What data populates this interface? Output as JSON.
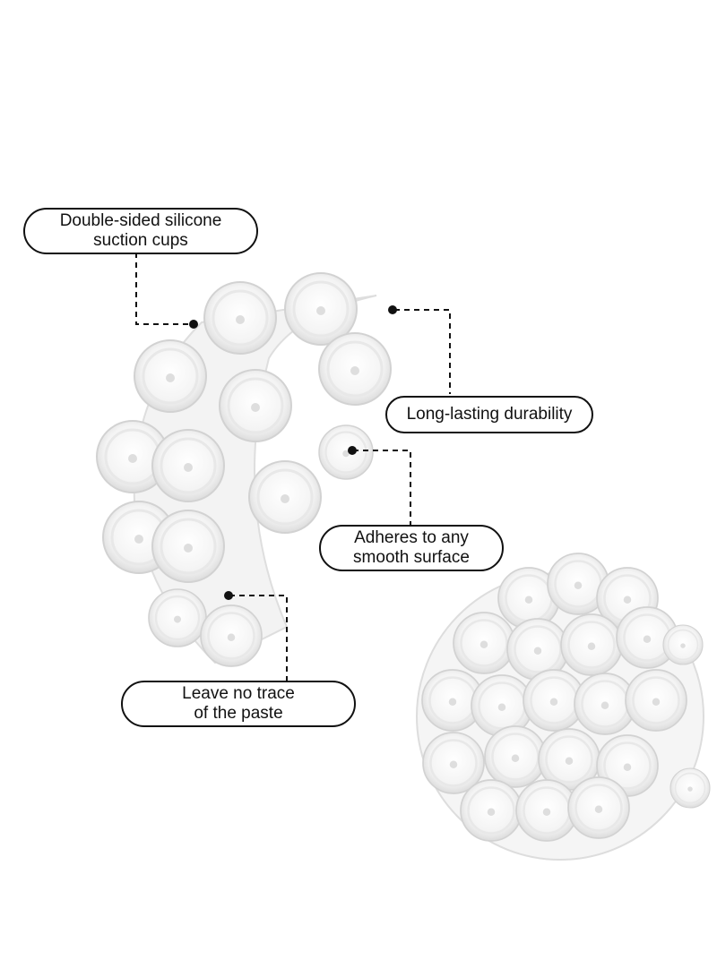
{
  "callouts": {
    "suction_cups": {
      "line1": "Double-sided silicone",
      "line2": "suction cups"
    },
    "durability": {
      "line1": "Long-lasting durability"
    },
    "adheres": {
      "line1": "Adheres to any",
      "line2": "smooth surface"
    },
    "no_trace": {
      "line1": "Leave no trace",
      "line2": "of the paste"
    }
  },
  "colors": {
    "cup_fill": "#f7f7f7",
    "cup_edge": "#d4d4d4",
    "cup_shadow": "#e6e6e6",
    "outline": "#111111"
  }
}
